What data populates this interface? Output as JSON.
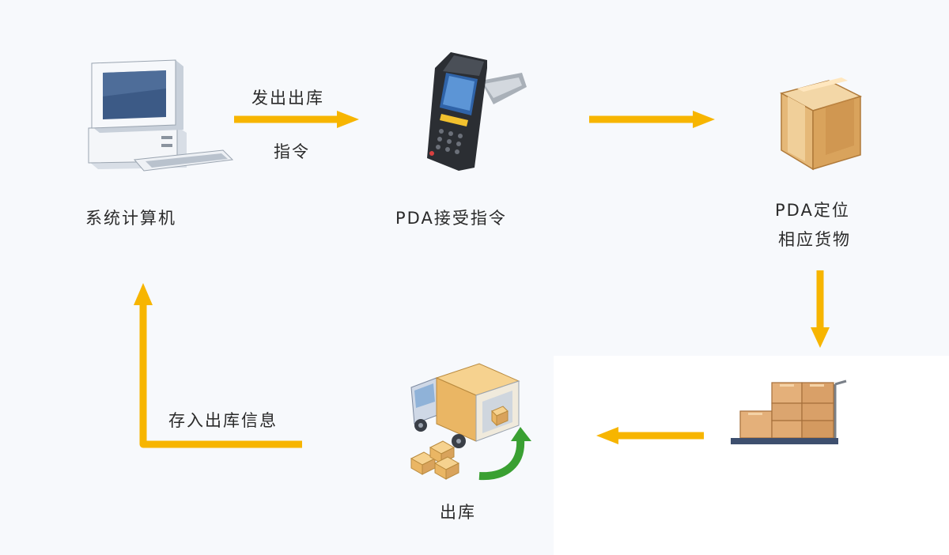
{
  "nodes": {
    "computer": {
      "label": "系统计算机",
      "icon": "desktop-computer-icon"
    },
    "pda": {
      "label": "PDA接受指令",
      "icon": "handheld-pda-scanner-icon"
    },
    "locate": {
      "label_line1": "PDA定位",
      "label_line2": "相应货物",
      "icon": "cardboard-box-icon"
    },
    "pallet": {
      "icon": "boxes-on-pallet-icon"
    },
    "outbound": {
      "label": "出库",
      "icon": "delivery-truck-icon"
    }
  },
  "edges": {
    "send_command": {
      "line1": "发出出库",
      "line2": "指令"
    },
    "store_info": {
      "label": "存入出库信息"
    }
  },
  "colors": {
    "arrow": "#f7b500",
    "background": "#f7f9fc"
  }
}
